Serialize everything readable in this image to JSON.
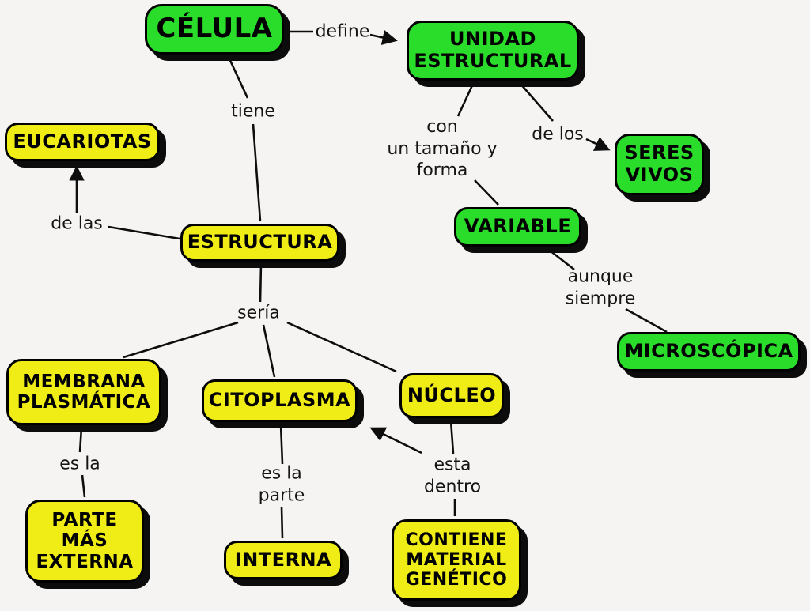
{
  "colors": {
    "node_green": "#2bdd2b",
    "node_yellow": "#f0ec15",
    "border": "#000000",
    "shadow": "#0c0c0c",
    "line": "#0d0d0d",
    "background": "#f6f4f2",
    "text": "#000000"
  },
  "nodes": {
    "celula": {
      "label": "CÉLULA",
      "color": "green"
    },
    "unidad": {
      "label": "UNIDAD\nESTRUCTURAL",
      "color": "green"
    },
    "eucariotas": {
      "label": "EUCARIOTAS",
      "color": "yellow"
    },
    "seres": {
      "label": "SERES\nVIVOS",
      "color": "green"
    },
    "estructura": {
      "label": "ESTRUCTURA",
      "color": "yellow"
    },
    "variable": {
      "label": "VARIABLE",
      "color": "green"
    },
    "microscopica": {
      "label": "MICROSCÓPICA",
      "color": "green"
    },
    "membrana": {
      "label": "MEMBRANA\nPLASMÁTICA",
      "color": "yellow"
    },
    "citoplasma": {
      "label": "CITOPLASMA",
      "color": "yellow"
    },
    "nucleo": {
      "label": "NÚCLEO",
      "color": "yellow"
    },
    "parte": {
      "label": "PARTE\nMÁS\nEXTERNA",
      "color": "yellow"
    },
    "interna": {
      "label": "INTERNA",
      "color": "yellow"
    },
    "contiene": {
      "label": "CONTIENE\nMATERIAL\nGENÉTICO",
      "color": "yellow"
    }
  },
  "connector_labels": {
    "define": {
      "text": "define"
    },
    "tiene": {
      "text": "tiene"
    },
    "con_tamano": {
      "text": "con\nun tamaño y\nforma"
    },
    "de_los": {
      "text": "de los"
    },
    "de_las": {
      "text": "de las"
    },
    "aunque": {
      "text": "aunque\nsiempre"
    },
    "seria": {
      "text": "sería"
    },
    "es_la": {
      "text": "es la"
    },
    "es_la_parte": {
      "text": "es la\nparte"
    },
    "esta_dentro": {
      "text": "esta\ndentro"
    }
  },
  "edges": [
    {
      "from": "celula",
      "to": "unidad",
      "label": "define",
      "arrowhead": true
    },
    {
      "from": "celula",
      "to": "estructura",
      "label": "tiene",
      "arrowhead": false
    },
    {
      "from": "unidad",
      "to": "variable",
      "label": "con un tamaño y forma",
      "arrowhead": false
    },
    {
      "from": "unidad",
      "to": "seres",
      "label": "de los",
      "arrowhead": true
    },
    {
      "from": "estructura",
      "to": "eucariotas",
      "label": "de las",
      "arrowhead": true
    },
    {
      "from": "variable",
      "to": "microscopica",
      "label": "aunque siempre",
      "arrowhead": false
    },
    {
      "from": "estructura",
      "to": "membrana",
      "label": "sería",
      "arrowhead": false
    },
    {
      "from": "estructura",
      "to": "citoplasma",
      "label": "sería",
      "arrowhead": false
    },
    {
      "from": "estructura",
      "to": "nucleo",
      "label": "sería",
      "arrowhead": false
    },
    {
      "from": "membrana",
      "to": "parte",
      "label": "es la",
      "arrowhead": false
    },
    {
      "from": "citoplasma",
      "to": "interna",
      "label": "es la parte",
      "arrowhead": false
    },
    {
      "from": "nucleo",
      "to": "contiene",
      "label": "esta dentro",
      "arrowhead": false
    },
    {
      "from": "nucleo",
      "to": "citoplasma",
      "label": "esta dentro",
      "arrowhead": true
    }
  ]
}
